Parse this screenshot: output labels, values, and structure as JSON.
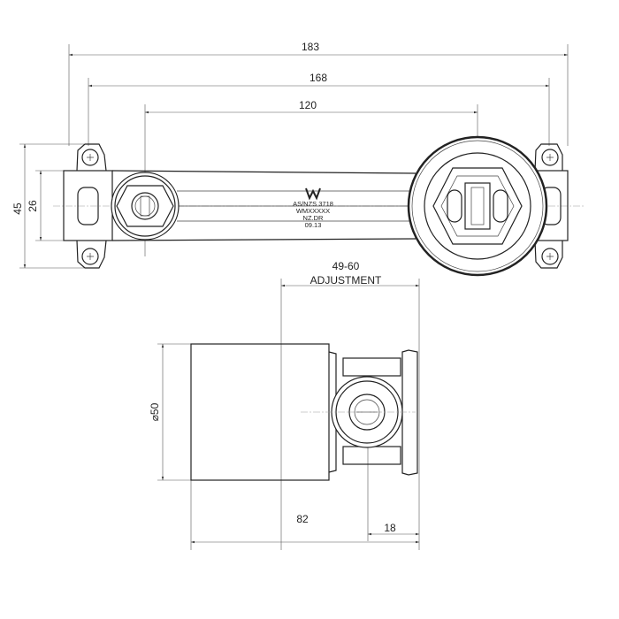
{
  "top_view": {
    "dim_overall": "183",
    "dim_mounting": "168",
    "dim_centers": "120",
    "dim_height": "45",
    "dim_body_height": "26",
    "marking": [
      "AS/NZS 3718",
      "WMXXXXX",
      "NZ.DR",
      "09.13"
    ]
  },
  "side_view": {
    "dim_adjust_value": "49-60",
    "dim_adjust_label": "ADJUSTMENT",
    "dim_diameter": "⌀50",
    "dim_depth": "82",
    "dim_outlet": "18"
  }
}
